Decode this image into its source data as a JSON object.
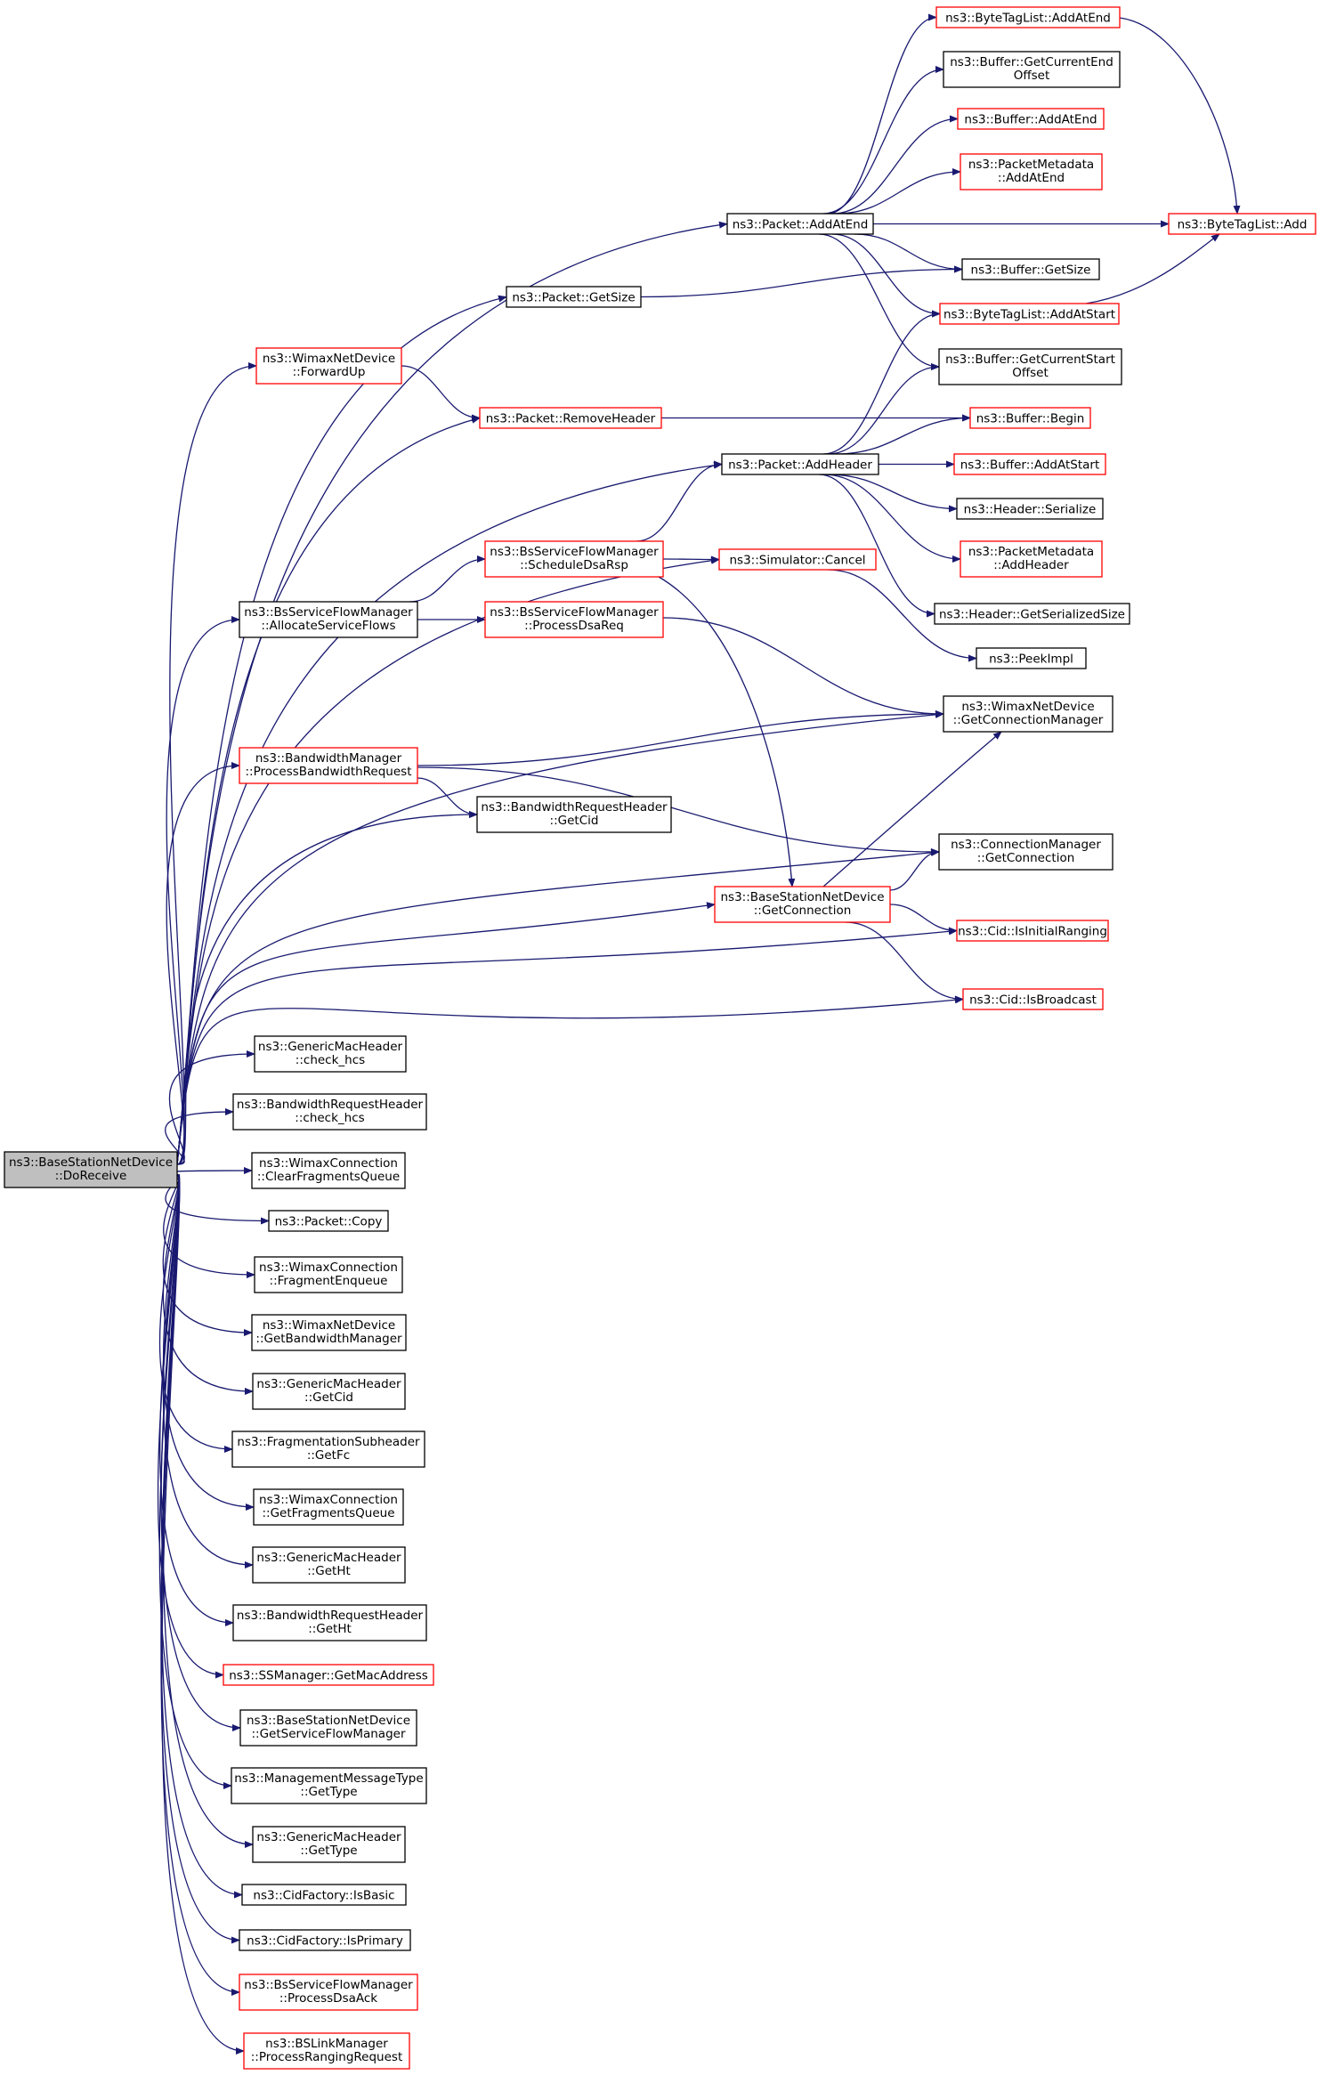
{
  "colors": {
    "edge": "#191970",
    "normal_border": "#000000",
    "truncated_border": "#ff0000",
    "root_fill": "#bfbfbf",
    "node_fill": "#ffffff"
  },
  "nodes": {
    "root": [
      "ns3::BaseStationNetDevice",
      "::DoReceive"
    ],
    "bt_addatend": [
      "ns3::ByteTagList::AddAtEnd"
    ],
    "buf_getcurrentendoffset": [
      "ns3::Buffer::GetCurrentEnd",
      "Offset"
    ],
    "buf_addatend": [
      "ns3::Buffer::AddAtEnd"
    ],
    "pm_addatend": [
      "ns3::PacketMetadata",
      "::AddAtEnd"
    ],
    "pkt_addatend": [
      "ns3::Packet::AddAtEnd"
    ],
    "bt_add": [
      "ns3::ByteTagList::Add"
    ],
    "buf_getsize": [
      "ns3::Buffer::GetSize"
    ],
    "pkt_getsize": [
      "ns3::Packet::GetSize"
    ],
    "bt_addatstart": [
      "ns3::ByteTagList::AddAtStart"
    ],
    "buf_getcurrentstartoffset": [
      "ns3::Buffer::GetCurrentStart",
      "Offset"
    ],
    "wnd_forwardup": [
      "ns3::WimaxNetDevice",
      "::ForwardUp"
    ],
    "pkt_removeheader": [
      "ns3::Packet::RemoveHeader"
    ],
    "buf_begin": [
      "ns3::Buffer::Begin"
    ],
    "pkt_addheader": [
      "ns3::Packet::AddHeader"
    ],
    "buf_addatstart": [
      "ns3::Buffer::AddAtStart"
    ],
    "hdr_serialize": [
      "ns3::Header::Serialize"
    ],
    "bsfm_scheduledsarsp": [
      "ns3::BsServiceFlowManager",
      "::ScheduleDsaRsp"
    ],
    "sim_cancel": [
      "ns3::Simulator::Cancel"
    ],
    "pm_addheader": [
      "ns3::PacketMetadata",
      "::AddHeader"
    ],
    "bsfm_allocate": [
      "ns3::BsServiceFlowManager",
      "::AllocateServiceFlows"
    ],
    "bsfm_processdsareq": [
      "ns3::BsServiceFlowManager",
      "::ProcessDsaReq"
    ],
    "hdr_getserializedsize": [
      "ns3::Header::GetSerializedSize"
    ],
    "peekimpl": [
      "ns3::PeekImpl"
    ],
    "wnd_getconnmgr": [
      "ns3::WimaxNetDevice",
      "::GetConnectionManager"
    ],
    "bm_processbwreq": [
      "ns3::BandwidthManager",
      "::ProcessBandwidthRequest"
    ],
    "bwrh_getcid": [
      "ns3::BandwidthRequestHeader",
      "::GetCid"
    ],
    "cm_getconnection": [
      "ns3::ConnectionManager",
      "::GetConnection"
    ],
    "bsnd_getconnection": [
      "ns3::BaseStationNetDevice",
      "::GetConnection"
    ],
    "cid_isinitialranging": [
      "ns3::Cid::IsInitialRanging"
    ],
    "cid_isbroadcast": [
      "ns3::Cid::IsBroadcast"
    ],
    "gmh_checkhcs": [
      "ns3::GenericMacHeader",
      "::check_hcs"
    ],
    "bwrh_checkhcs": [
      "ns3::BandwidthRequestHeader",
      "::check_hcs"
    ],
    "wc_clearfrag": [
      "ns3::WimaxConnection",
      "::ClearFragmentsQueue"
    ],
    "pkt_copy": [
      "ns3::Packet::Copy"
    ],
    "wc_fragenqueue": [
      "ns3::WimaxConnection",
      "::FragmentEnqueue"
    ],
    "wnd_getbwmgr": [
      "ns3::WimaxNetDevice",
      "::GetBandwidthManager"
    ],
    "gmh_getcid": [
      "ns3::GenericMacHeader",
      "::GetCid"
    ],
    "fsh_getfc": [
      "ns3::FragmentationSubheader",
      "::GetFc"
    ],
    "wc_getfragqueue": [
      "ns3::WimaxConnection",
      "::GetFragmentsQueue"
    ],
    "gmh_getht": [
      "ns3::GenericMacHeader",
      "::GetHt"
    ],
    "bwrh_getht": [
      "ns3::BandwidthRequestHeader",
      "::GetHt"
    ],
    "ssm_getmac": [
      "ns3::SSManager::GetMacAddress"
    ],
    "bsnd_getsfm": [
      "ns3::BaseStationNetDevice",
      "::GetServiceFlowManager"
    ],
    "mmt_gettype": [
      "ns3::ManagementMessageType",
      "::GetType"
    ],
    "gmh_gettype": [
      "ns3::GenericMacHeader",
      "::GetType"
    ],
    "cidf_isbasic": [
      "ns3::CidFactory::IsBasic"
    ],
    "cidf_isprimary": [
      "ns3::CidFactory::IsPrimary"
    ],
    "bsfm_processdsaack": [
      "ns3::BsServiceFlowManager",
      "::ProcessDsaAck"
    ],
    "bslm_processranging": [
      "ns3::BSLinkManager",
      "::ProcessRangingRequest"
    ]
  }
}
